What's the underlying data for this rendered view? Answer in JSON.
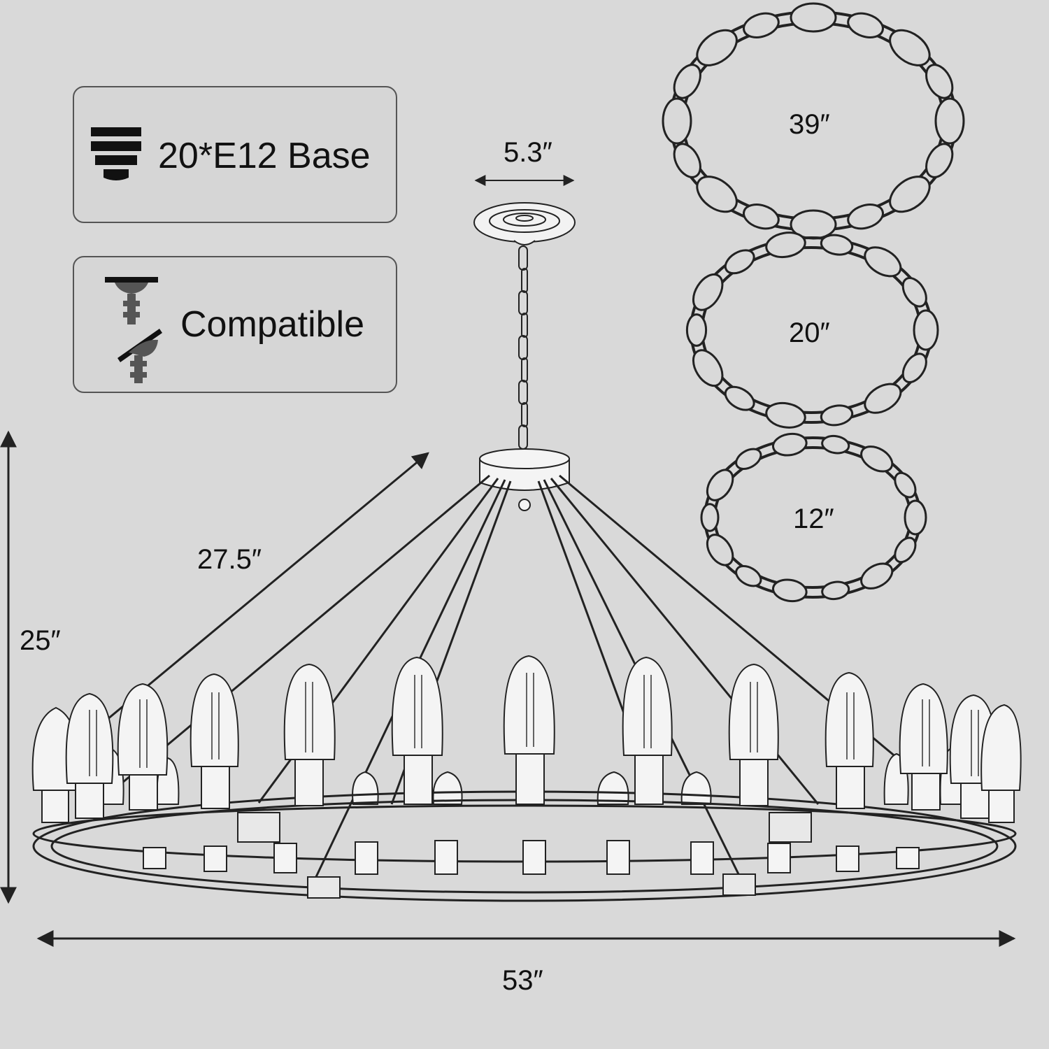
{
  "features": {
    "base_label": "20*E12 Base",
    "compat_label": "Compatible",
    "base_icon": "bulb-base-icon",
    "compat_icon": "sloped-ceiling-icon"
  },
  "dimensions": {
    "canopy_width": "5.3″",
    "diagonal": "27.5″",
    "height": "25″",
    "width": "53″"
  },
  "chains": {
    "lengths": [
      "39″",
      "20″",
      "12″"
    ]
  },
  "colors": {
    "background": "#d9d9d9",
    "line": "#222222",
    "icon": "#111111"
  }
}
